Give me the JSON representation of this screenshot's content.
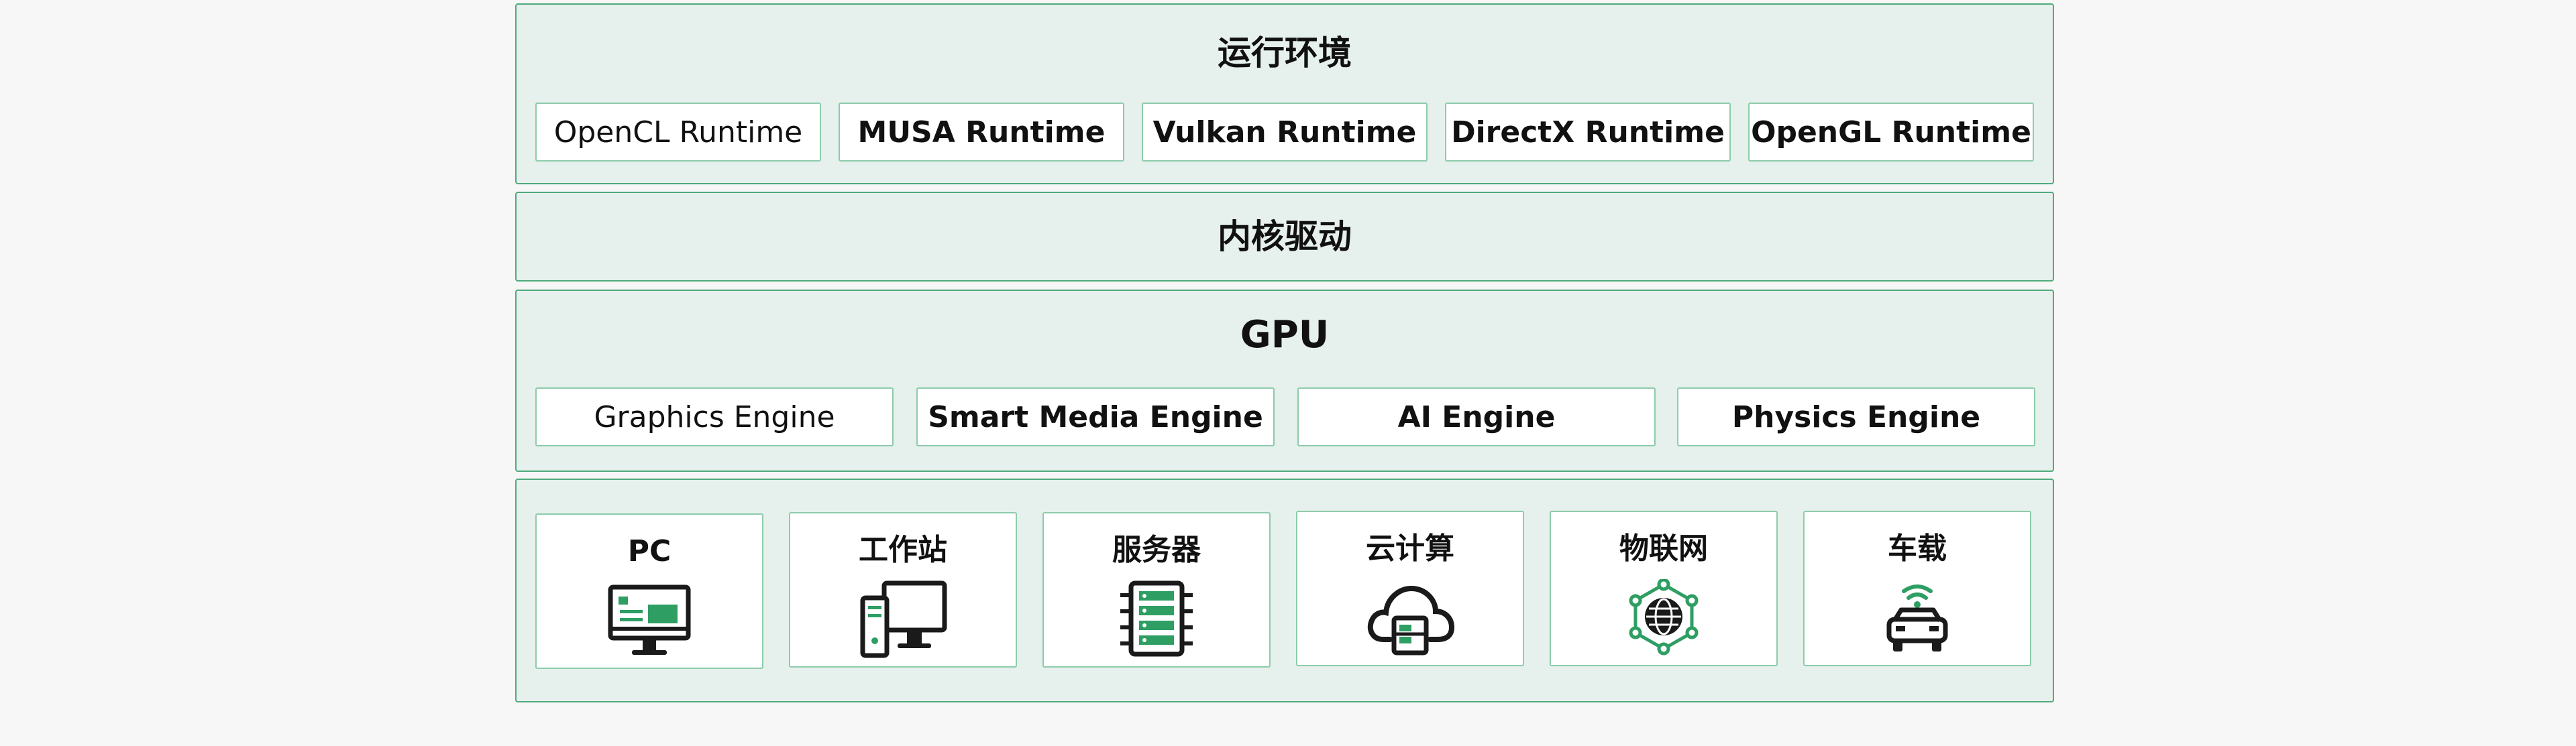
{
  "runtime_layer": {
    "title": "运行环境",
    "items": [
      "OpenCL Runtime",
      "MUSA Runtime",
      "Vulkan Runtime",
      "DirectX Runtime",
      "OpenGL Runtime"
    ]
  },
  "kernel_layer": {
    "title": "内核驱动"
  },
  "gpu_layer": {
    "title": "GPU",
    "engines": [
      "Graphics Engine",
      "Smart Media Engine",
      "AI Engine",
      "Physics Engine"
    ]
  },
  "applications_layer": {
    "items": [
      {
        "label": "PC",
        "icon": "monitor-icon"
      },
      {
        "label": "工作站",
        "icon": "workstation-icon"
      },
      {
        "label": "服务器",
        "icon": "server-icon"
      },
      {
        "label": "云计算",
        "icon": "cloud-icon"
      },
      {
        "label": "物联网",
        "icon": "iot-icon"
      },
      {
        "label": "车载",
        "icon": "car-icon"
      }
    ]
  },
  "colors": {
    "layer_fill": "#e6f0ec",
    "layer_border": "#4faa7c",
    "accent": "#2e9e63",
    "icon_dark": "#1a1a1a"
  }
}
